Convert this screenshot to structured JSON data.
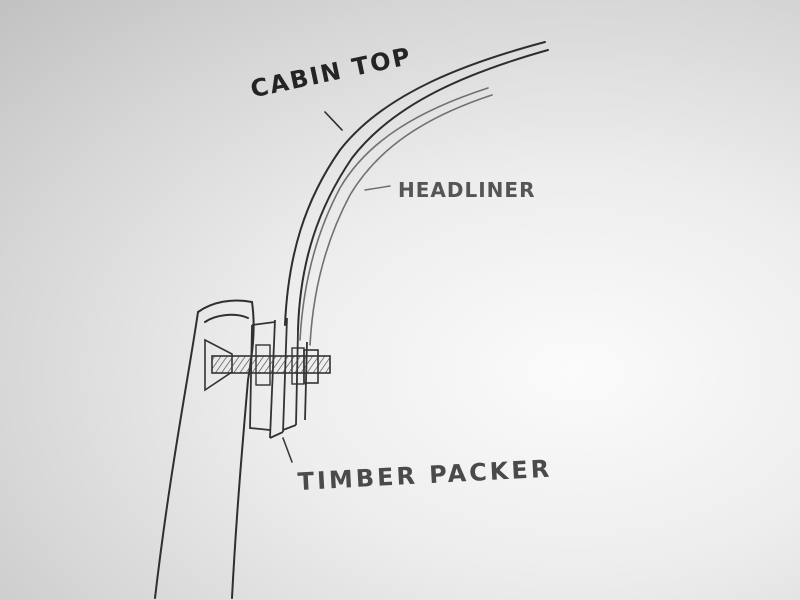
{
  "labels": {
    "cabin_top": "Cabin Top",
    "headliner": "Headliner",
    "timber_packer": "Timber Packer"
  },
  "colors": {
    "pencil_dark": "#2b2b2b",
    "pencil_light": "#6b6b6b",
    "hatch": "#444444"
  }
}
